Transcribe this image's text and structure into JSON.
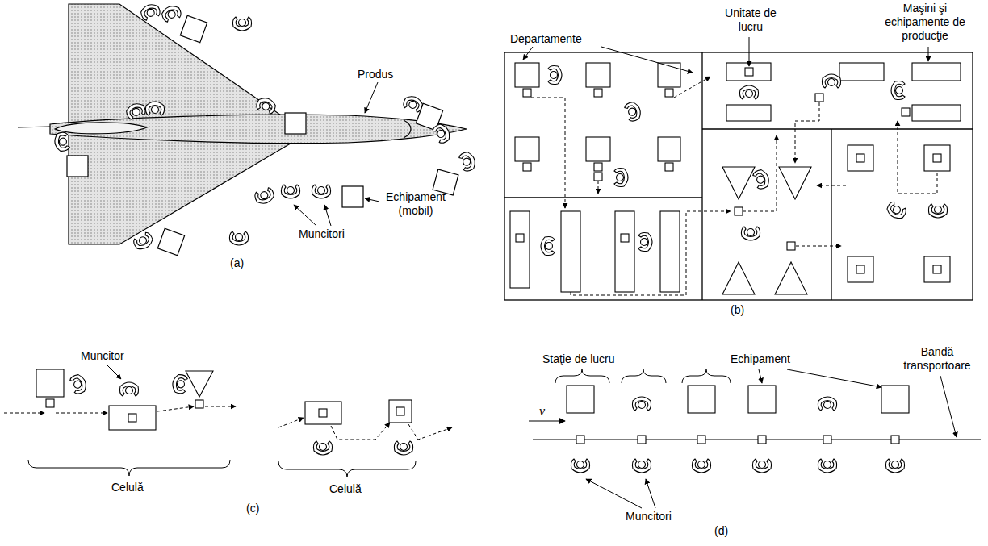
{
  "diagram": {
    "labels": [
      "Produs",
      "Echipament (mobil)",
      "Muncitori",
      "(a)",
      "Departamente",
      "Unitate de lucru",
      "Maşini şi echipamente de producţie",
      "(b)",
      "Muncitor",
      "Celulă",
      "Celulă",
      "(c)",
      "Staţie de lucru",
      "Echipament",
      "Bandă transportoare",
      "Muncitori",
      "(d)",
      "v"
    ]
  }
}
